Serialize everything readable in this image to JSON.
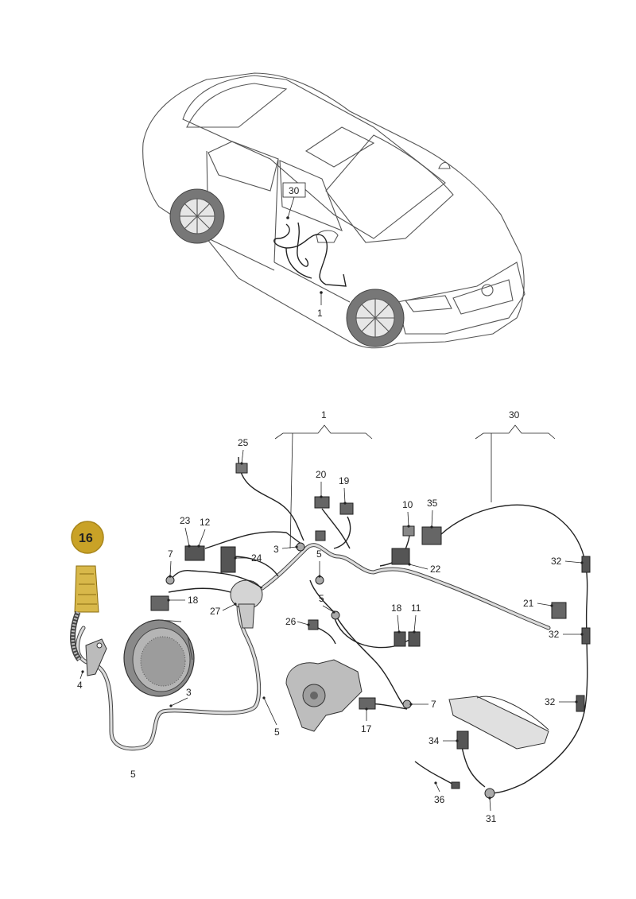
{
  "diagram": {
    "car_callouts": {
      "harness": "1",
      "cable": "30"
    },
    "highlighted_part": "16",
    "highlight_color": "#c9a227",
    "group_labels": {
      "door_harness": "1",
      "cable_set": "30"
    },
    "callouts": {
      "c3a": "3",
      "c3b": "3",
      "c4": "4",
      "c5a": "5",
      "c5b": "5",
      "c5c": "5",
      "c5d": "5",
      "c7a": "7",
      "c7b": "7",
      "c10": "10",
      "c11": "11",
      "c12": "12",
      "c17": "17",
      "c18a": "18",
      "c18b": "18",
      "c19": "19",
      "c20": "20",
      "c21": "21",
      "c22": "22",
      "c23": "23",
      "c24": "24",
      "c25": "25",
      "c26": "26",
      "c27": "27",
      "c31": "31",
      "c32a": "32",
      "c32b": "32",
      "c32c": "32",
      "c34": "34",
      "c35": "35",
      "c36": "36"
    }
  }
}
